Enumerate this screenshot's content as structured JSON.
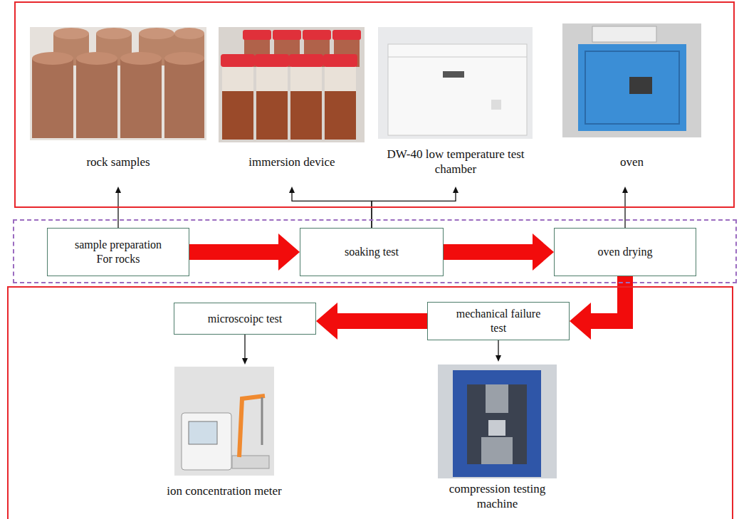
{
  "diagram": {
    "nodes": [
      {
        "text": []
      },
      {
        "text": [
          "rock samples"
        ],
        "in": 0
      },
      {
        "text": [
          "immersion device"
        ],
        "in": 0
      },
      {
        "text": [
          "DW-40 low temperature test chamber"
        ],
        "in": 0
      },
      {
        "text": [
          "oven"
        ],
        "in": 0
      },
      {
        "text": []
      },
      {
        "text": [
          "sample preparation For rocks"
        ],
        "in": 5
      },
      {
        "text": [
          "soaking test"
        ],
        "in": 5
      },
      {
        "text": [
          "oven drying"
        ],
        "in": 5
      },
      {
        "text": []
      },
      {
        "text": [
          "microscoipc test"
        ],
        "in": 9
      },
      {
        "text": [
          "mechanical failure test"
        ],
        "in": 9
      },
      {
        "text": [
          "ion concentration meter"
        ],
        "in": 9
      },
      {
        "text": [
          "compression testing machine"
        ],
        "in": 9
      }
    ],
    "edges": [
      {
        "from": 6,
        "to": 1,
        "arrow": "to"
      },
      {
        "from": 7,
        "to": 2,
        "arrow": "to"
      },
      {
        "from": 7,
        "to": 3,
        "arrow": "to"
      },
      {
        "from": 8,
        "to": 4,
        "arrow": "to"
      },
      {
        "from": 6,
        "to": 7,
        "arrow": "to"
      },
      {
        "from": 7,
        "to": 8,
        "arrow": "to"
      },
      {
        "from": 8,
        "to": 11,
        "arrow": "to"
      },
      {
        "from": 11,
        "to": 10,
        "arrow": "to"
      },
      {
        "from": 10,
        "to": 12,
        "arrow": "to"
      },
      {
        "from": 11,
        "to": 13,
        "arrow": "to"
      }
    ]
  }
}
